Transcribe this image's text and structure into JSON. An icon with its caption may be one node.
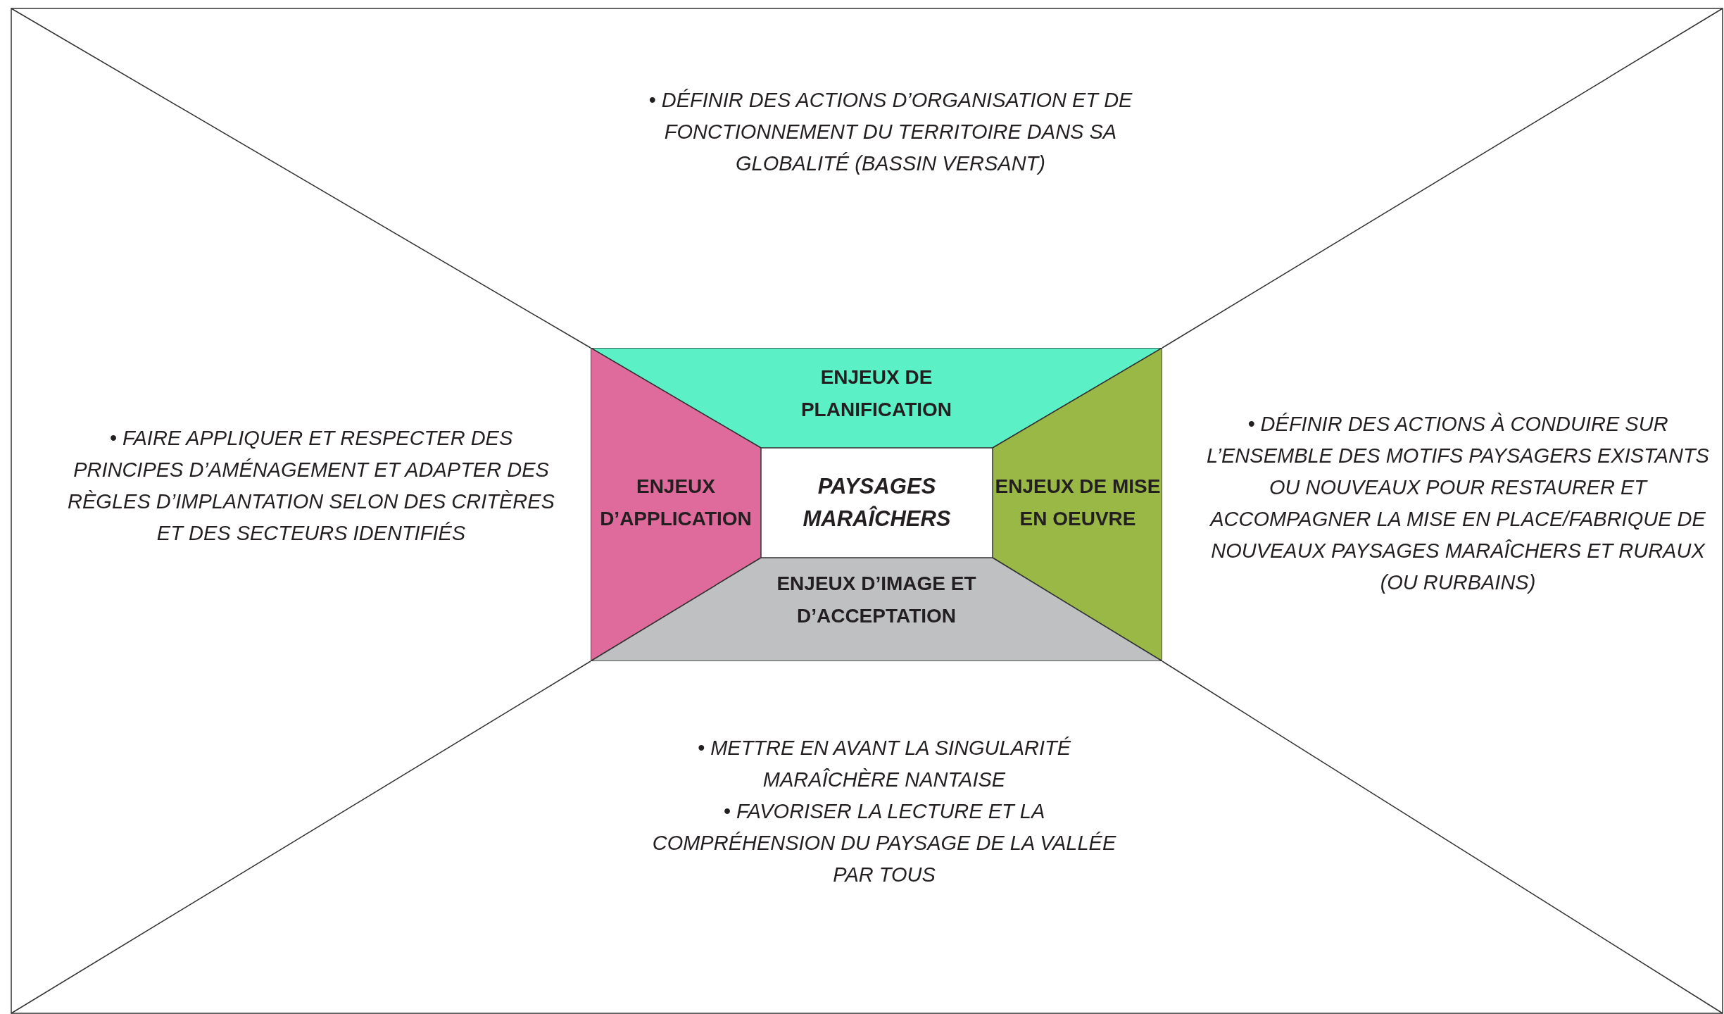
{
  "diagram": {
    "nodes": [
      {
        "text": [
          "ENJEUX DE PLANIFICATION"
        ]
      },
      {
        "text": [
          "ENJEUX D’APPLICATION"
        ]
      },
      {
        "text": [
          "PAYSAGES MARAÎCHERS"
        ]
      },
      {
        "text": [
          "ENJEUX DE MISE EN OEUVRE"
        ]
      },
      {
        "text": [
          "ENJEUX D’IMAGE ET D’ACCEPTATION"
        ]
      }
    ],
    "labels": [
      "• DÉFINIR DES ACTIONS D’ORGANISATION ET DE FONCTIONNEMENT DU TERRITOIRE DANS SA GLOBALITÉ (BASSIN VERSANT)",
      "• FAIRE APPLIQUER ET RESPECTER DES PRINCIPES D’AMÉNAGEMENT ET ADAPTER DES RÈGLES D’IMPLANTATION SELON DES CRITÈRES ET DES SECTEURS IDENTIFIÉS",
      "• DÉFINIR DES ACTIONS À CONDUIRE SUR L’ENSEMBLE DES MOTIFS PAYSAGERS EXISTANTS OU NOUVEAUX POUR RESTAURER ET ACCOMPAGNER LA MISE EN PLACE/FABRIQUE DE NOUVEAUX PAYSAGES MARAÎCHERS ET RURAUX (OU RURBAINS)",
      "• METTRE EN AVANT LA SINGULARITÉ MARAÎCHÈRE NANTAISE",
      "• FAVORISER LA LECTURE ET LA COMPRÉHENSION DU PAYSAGE DE LA VALLÉE PAR TOUS"
    ]
  }
}
